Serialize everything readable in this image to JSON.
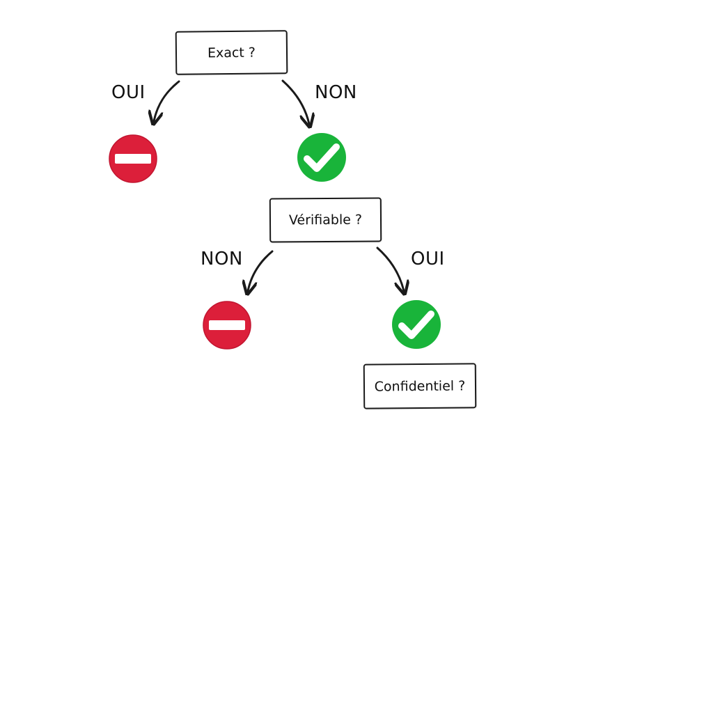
{
  "nodes": {
    "exact": "Exact ?",
    "verifiable": "Vérifiable ?",
    "confidentiel": "Confidentiel ?"
  },
  "labels": {
    "exact_yes": "OUI",
    "exact_no": "NON",
    "verifiable_no": "NON",
    "verifiable_yes": "OUI"
  },
  "icons": {
    "reject": "no-entry-icon",
    "accept": "checkmark-icon"
  },
  "colors": {
    "reject": "#dc1f3a",
    "accept": "#19b43a",
    "arrow": "#1a1a1a"
  }
}
